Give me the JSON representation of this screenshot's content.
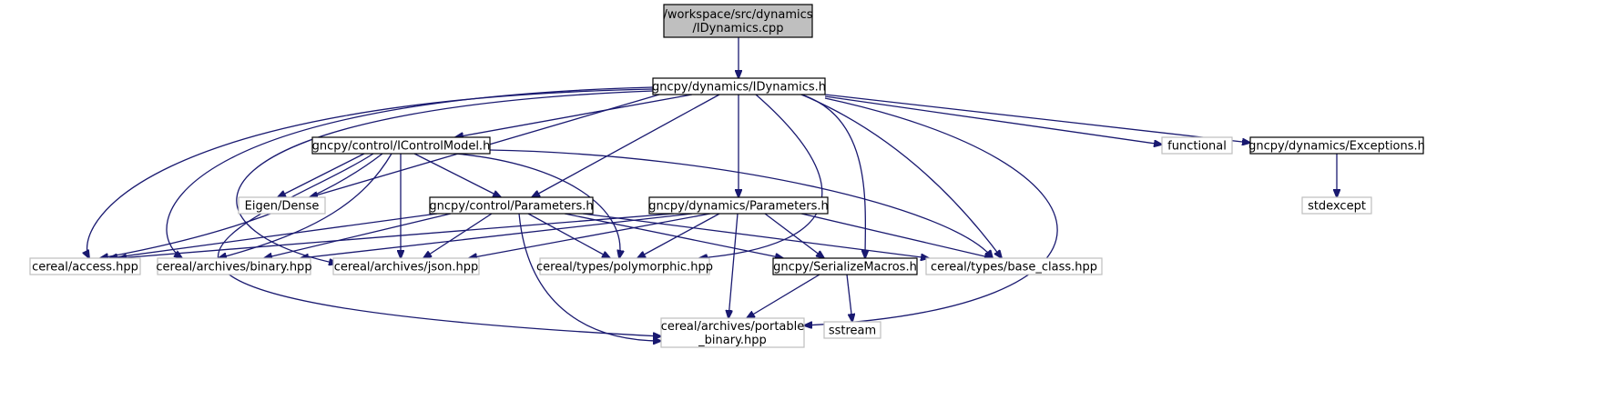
{
  "colors": {
    "edge": "#191970",
    "root_fill": "#bfbfbf",
    "node_fill": "#ffffff",
    "project_border": "#000000",
    "external_border": "#bfbfbf",
    "text": "#000000"
  },
  "nodes": {
    "idynamics_cpp": {
      "lines": [
        "/workspace/src/dynamics",
        "/IDynamics.cpp"
      ],
      "kind": "root"
    },
    "idynamics_h": {
      "lines": [
        "gncpy/dynamics/IDynamics.h"
      ],
      "kind": "project"
    },
    "icontrolmodel_h": {
      "lines": [
        "gncpy/control/IControlModel.h"
      ],
      "kind": "project"
    },
    "functional": {
      "lines": [
        "functional"
      ],
      "kind": "external"
    },
    "exceptions_h": {
      "lines": [
        "gncpy/dynamics/Exceptions.h"
      ],
      "kind": "project"
    },
    "eigen_dense": {
      "lines": [
        "Eigen/Dense"
      ],
      "kind": "external"
    },
    "control_parameters_h": {
      "lines": [
        "gncpy/control/Parameters.h"
      ],
      "kind": "project"
    },
    "dynamics_parameters_h": {
      "lines": [
        "gncpy/dynamics/Parameters.h"
      ],
      "kind": "project"
    },
    "stdexcept": {
      "lines": [
        "stdexcept"
      ],
      "kind": "external"
    },
    "access_hpp": {
      "lines": [
        "cereal/access.hpp"
      ],
      "kind": "external"
    },
    "binary_hpp": {
      "lines": [
        "cereal/archives/binary.hpp"
      ],
      "kind": "external"
    },
    "json_hpp": {
      "lines": [
        "cereal/archives/json.hpp"
      ],
      "kind": "external"
    },
    "polymorphic_hpp": {
      "lines": [
        "cereal/types/polymorphic.hpp"
      ],
      "kind": "external"
    },
    "serializemacros_h": {
      "lines": [
        "gncpy/SerializeMacros.h"
      ],
      "kind": "project"
    },
    "base_class_hpp": {
      "lines": [
        "cereal/types/base_class.hpp"
      ],
      "kind": "external"
    },
    "portable_binary_hpp": {
      "lines": [
        "cereal/archives/portable",
        "_binary.hpp"
      ],
      "kind": "external"
    },
    "sstream": {
      "lines": [
        "sstream"
      ],
      "kind": "external"
    }
  },
  "edges": [
    [
      "idynamics_cpp",
      "idynamics_h"
    ],
    [
      "idynamics_h",
      "icontrolmodel_h"
    ],
    [
      "idynamics_h",
      "functional"
    ],
    [
      "idynamics_h",
      "exceptions_h"
    ],
    [
      "idynamics_h",
      "eigen_dense"
    ],
    [
      "idynamics_h",
      "control_parameters_h"
    ],
    [
      "idynamics_h",
      "dynamics_parameters_h"
    ],
    [
      "idynamics_h",
      "access_hpp"
    ],
    [
      "idynamics_h",
      "binary_hpp"
    ],
    [
      "idynamics_h",
      "json_hpp"
    ],
    [
      "idynamics_h",
      "polymorphic_hpp"
    ],
    [
      "idynamics_h",
      "serializemacros_h"
    ],
    [
      "idynamics_h",
      "base_class_hpp"
    ],
    [
      "idynamics_h",
      "portable_binary_hpp"
    ],
    [
      "exceptions_h",
      "stdexcept"
    ],
    [
      "icontrolmodel_h",
      "eigen_dense"
    ],
    [
      "icontrolmodel_h",
      "control_parameters_h"
    ],
    [
      "icontrolmodel_h",
      "access_hpp"
    ],
    [
      "icontrolmodel_h",
      "binary_hpp"
    ],
    [
      "icontrolmodel_h",
      "json_hpp"
    ],
    [
      "icontrolmodel_h",
      "polymorphic_hpp"
    ],
    [
      "icontrolmodel_h",
      "base_class_hpp"
    ],
    [
      "icontrolmodel_h",
      "portable_binary_hpp"
    ],
    [
      "control_parameters_h",
      "access_hpp"
    ],
    [
      "control_parameters_h",
      "binary_hpp"
    ],
    [
      "control_parameters_h",
      "json_hpp"
    ],
    [
      "control_parameters_h",
      "polymorphic_hpp"
    ],
    [
      "control_parameters_h",
      "serializemacros_h"
    ],
    [
      "control_parameters_h",
      "base_class_hpp"
    ],
    [
      "control_parameters_h",
      "portable_binary_hpp"
    ],
    [
      "dynamics_parameters_h",
      "access_hpp"
    ],
    [
      "dynamics_parameters_h",
      "binary_hpp"
    ],
    [
      "dynamics_parameters_h",
      "json_hpp"
    ],
    [
      "dynamics_parameters_h",
      "polymorphic_hpp"
    ],
    [
      "dynamics_parameters_h",
      "serializemacros_h"
    ],
    [
      "dynamics_parameters_h",
      "base_class_hpp"
    ],
    [
      "dynamics_parameters_h",
      "portable_binary_hpp"
    ],
    [
      "serializemacros_h",
      "portable_binary_hpp"
    ],
    [
      "serializemacros_h",
      "sstream"
    ]
  ]
}
